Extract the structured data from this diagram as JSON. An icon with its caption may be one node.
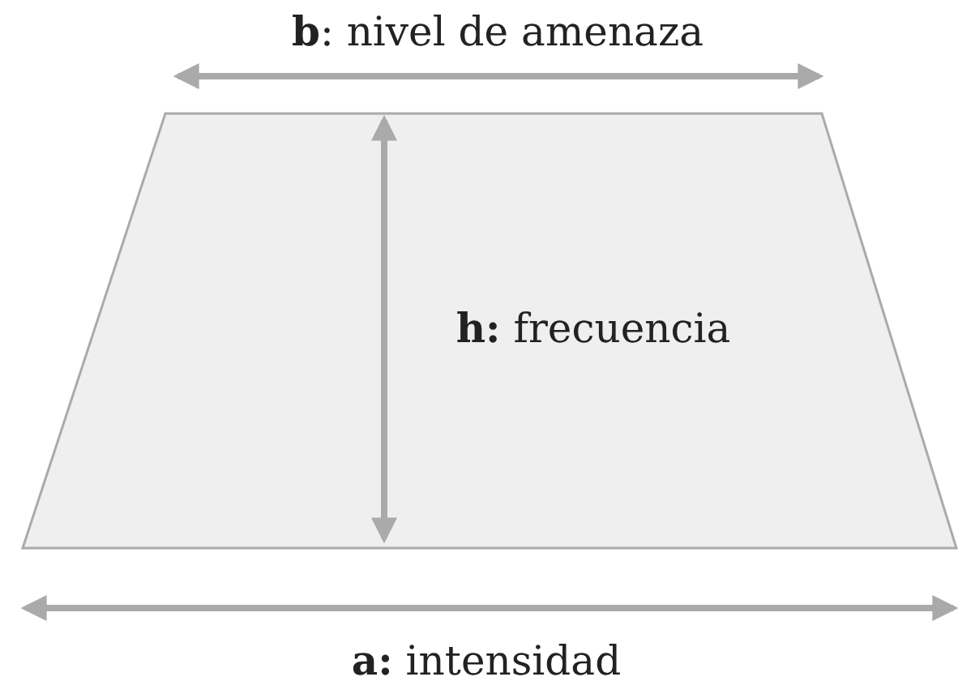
{
  "diagram": {
    "nodes": [
      {
        "text": [
          "**h:** frecuencia"
        ]
      }
    ],
    "edges": [],
    "labels": [
      "**b**: nivel de amenaza",
      "**a:** intensidad"
    ]
  }
}
